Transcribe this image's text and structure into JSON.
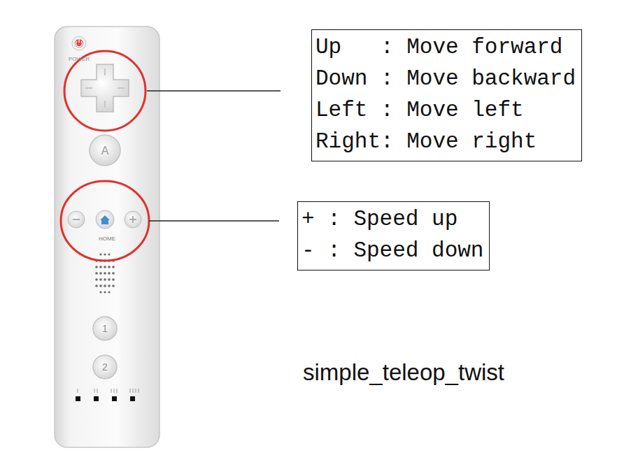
{
  "diagram": {
    "nodes": [
      {
        "text": [
          "Up   : Move forward",
          "Down : Move backward",
          "Left : Move left",
          "Right: Move right"
        ]
      },
      {
        "text": [
          "+ : Speed up",
          "- : Speed down"
        ]
      }
    ],
    "labels": [
      "POWER",
      "A",
      "HOME",
      "1",
      "2",
      "simple_teleop_twist"
    ]
  }
}
